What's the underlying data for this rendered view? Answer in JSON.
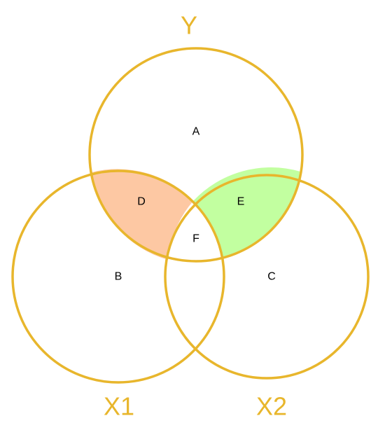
{
  "colors": {
    "outline": "#E8B62C",
    "title": "#E8B62C",
    "region_d_fill": "#FDC8A3",
    "region_e_fill": "#C2FFA0",
    "background": "#FFFFFF"
  },
  "sets": {
    "top": {
      "title": "Y"
    },
    "bottom_left": {
      "title": "X1"
    },
    "bottom_right": {
      "title": "X2"
    }
  },
  "regions": {
    "a": {
      "label": "A"
    },
    "b": {
      "label": "B"
    },
    "c": {
      "label": "C"
    },
    "d": {
      "label": "D"
    },
    "e": {
      "label": "E"
    },
    "f": {
      "label": "F"
    }
  }
}
